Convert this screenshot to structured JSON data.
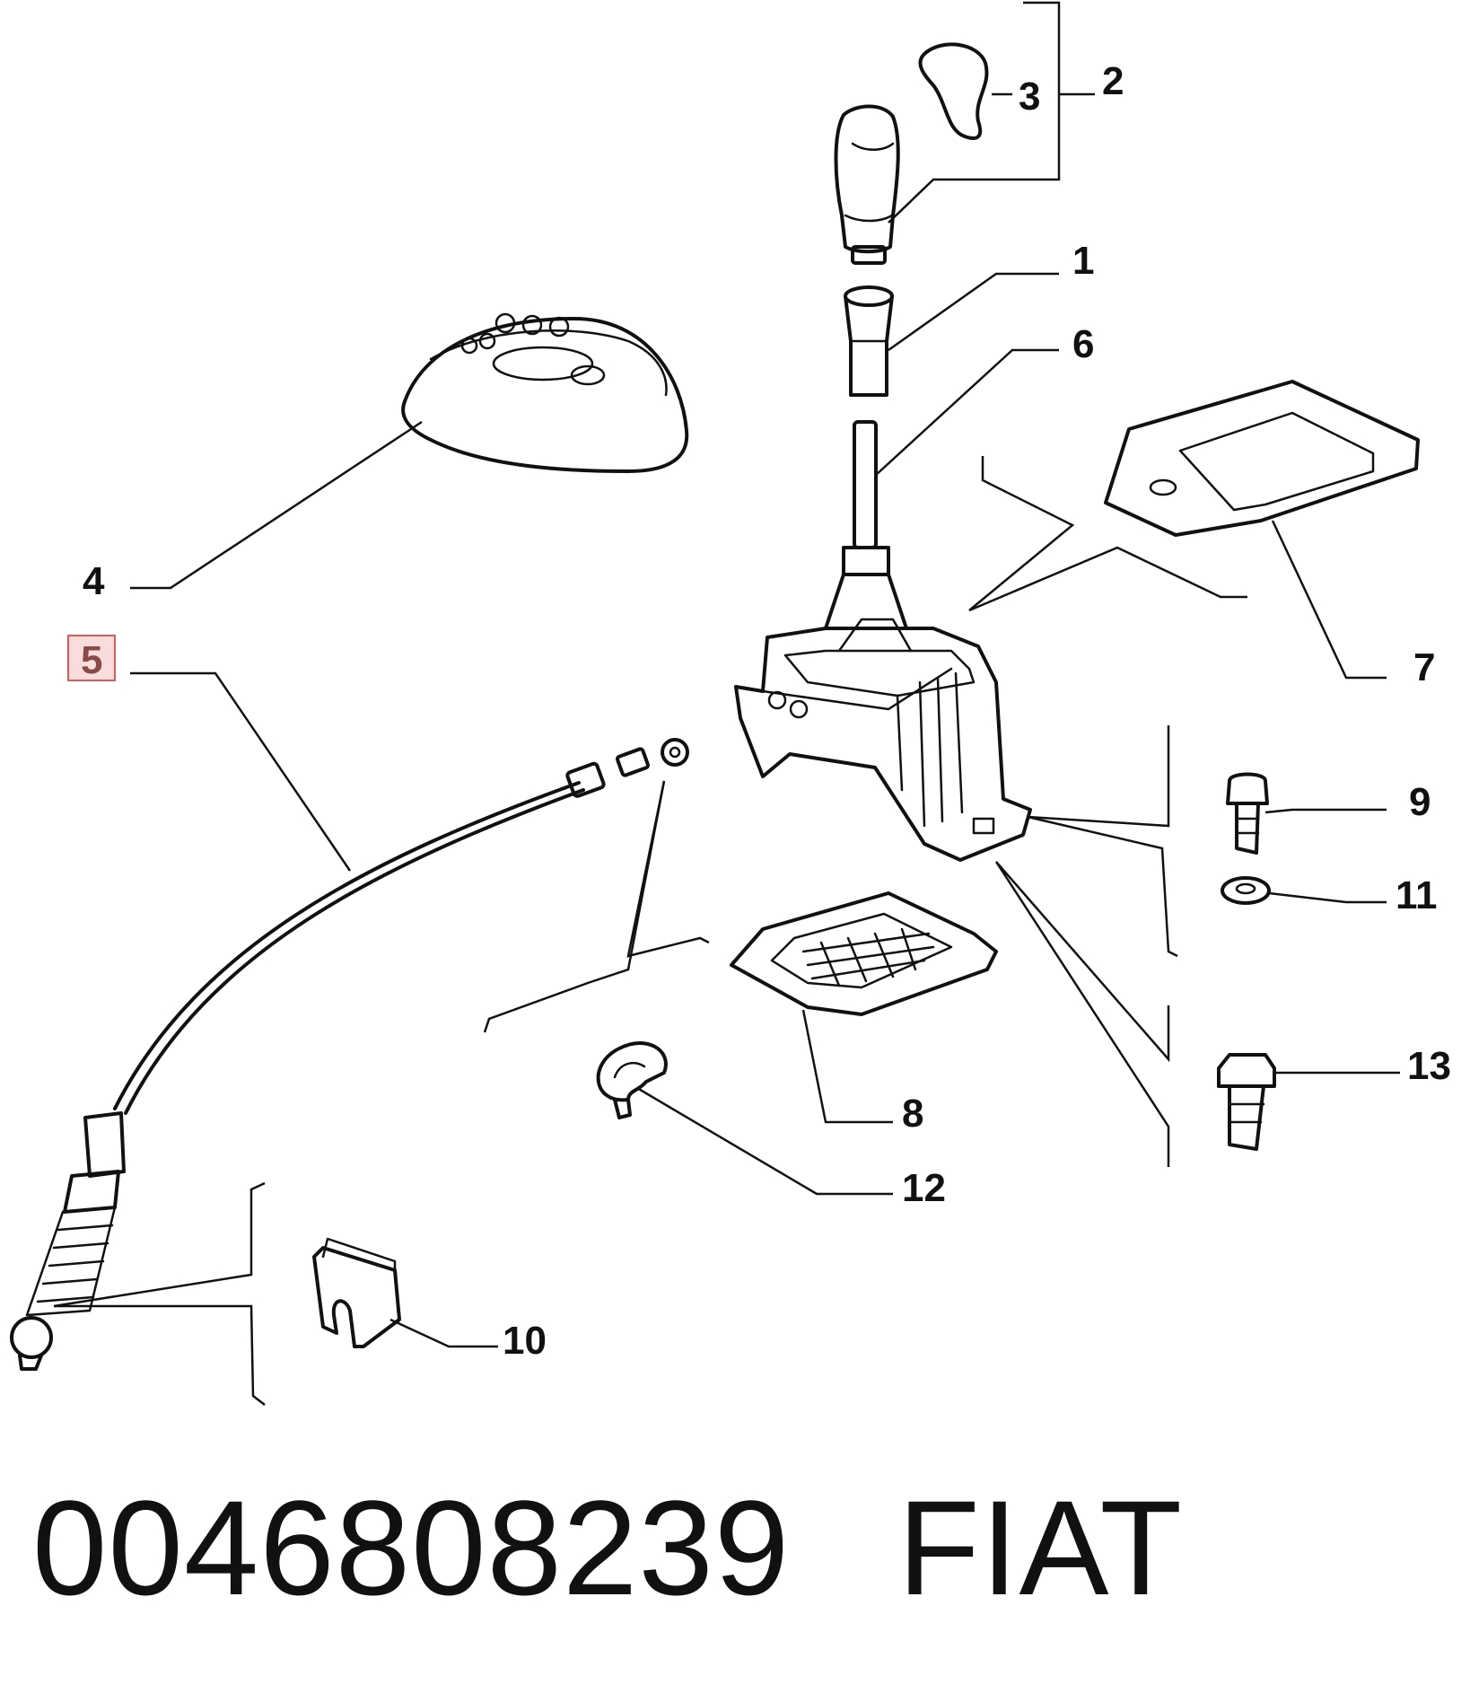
{
  "diagram": {
    "callouts": {
      "c1": "1",
      "c2": "2",
      "c3": "3",
      "c4": "4",
      "c5": "5",
      "c6": "6",
      "c7": "7",
      "c8": "8",
      "c9": "9",
      "c10": "10",
      "c11": "11",
      "c12": "12",
      "c13": "13"
    },
    "highlight_color": "#e05a5a"
  },
  "caption": {
    "part_number": "0046808239",
    "brand": "FIAT"
  }
}
